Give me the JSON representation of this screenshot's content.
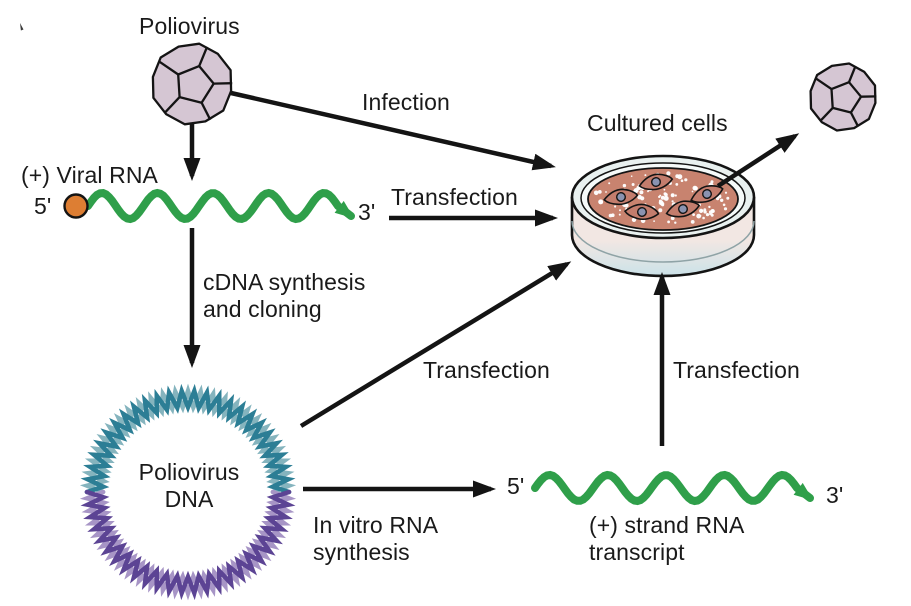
{
  "labels": {
    "poliovirus": "Poliovirus",
    "viral_rna": "(+) Viral RNA",
    "five_prime": "5'",
    "three_prime": "3'",
    "infection": "Infection",
    "transfection": "Transfection",
    "cultured_cells": "Cultured cells",
    "cdna_synthesis": {
      "line1": "cDNA synthesis",
      "line2": "and cloning"
    },
    "poliovirus_dna": {
      "line1": "Poliovirus",
      "line2": "DNA"
    },
    "in_vitro": {
      "line1": "In vitro RNA",
      "line2": "synthesis"
    },
    "transcript": {
      "line1": "(+) strand RNA",
      "line2": "transcript"
    }
  },
  "edges": [
    {
      "from": "poliovirus-virion",
      "to": "viral-rna",
      "label": ""
    },
    {
      "from": "poliovirus-virion",
      "to": "cultured-cells",
      "label": "Infection"
    },
    {
      "from": "viral-rna",
      "to": "cultured-cells",
      "label": "Transfection"
    },
    {
      "from": "viral-rna",
      "to": "poliovirus-dna",
      "label": "cDNA synthesis and cloning"
    },
    {
      "from": "poliovirus-dna",
      "to": "cultured-cells",
      "label": "Transfection"
    },
    {
      "from": "poliovirus-dna",
      "to": "rna-transcript",
      "label": "In vitro RNA synthesis"
    },
    {
      "from": "rna-transcript",
      "to": "cultured-cells",
      "label": "Transfection"
    },
    {
      "from": "cultured-cells",
      "to": "progeny-virion",
      "label": ""
    }
  ],
  "colors": {
    "rna_green": "#2f9f4a",
    "cap_orange": "#dd7e33",
    "capsid_fill": "#d5c6d3",
    "outline": "#141414",
    "teal_dark": "#2c7e95",
    "teal_light": "#85b4be",
    "purple_dark": "#5c4494",
    "purple_light": "#a795c6",
    "dish_rim": "#e9f1f0",
    "dish_inner_rim": "#f5faf9",
    "dish_side_top": "#f2e7e3",
    "dish_side_bottom": "#cbe2e8",
    "medium": "#c8836f",
    "cell_fill": "#c37d6d",
    "nucleus": "#8a93b0",
    "text": "#1a1a1a"
  }
}
